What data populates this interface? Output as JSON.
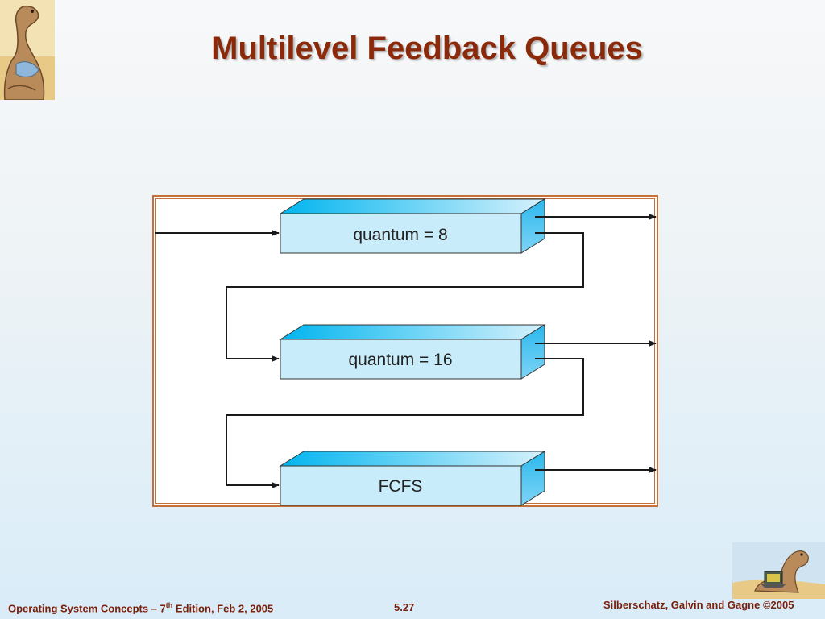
{
  "slide": {
    "title": "Multilevel Feedback Queues"
  },
  "queues": [
    {
      "label": "quantum = 8"
    },
    {
      "label": "quantum = 16"
    },
    {
      "label": "FCFS"
    }
  ],
  "footer": {
    "course_pre": "Operating System Concepts – 7",
    "course_sup": "th",
    "course_post": " Edition, Feb 2, 2005",
    "page_number": "5.27",
    "copyright": "Silberschatz, Galvin and Gagne ©2005"
  },
  "colors": {
    "title": "#8b2a0a",
    "footer": "#7a1f0a",
    "frame_border": "#c5703a",
    "queue_front": "#c9ecfa",
    "queue_top": "#1fbff0",
    "queue_side": "#5bcbf3"
  }
}
